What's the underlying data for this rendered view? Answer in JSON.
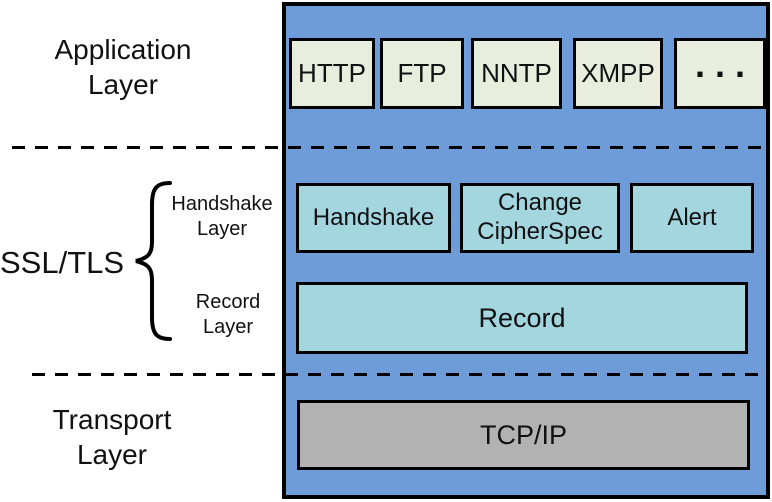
{
  "colors": {
    "background": "#ffffff",
    "panel_blue": "#6e9cd9",
    "application_box": "#e9edde",
    "tls_box": "#a4d6e0",
    "transport_box": "#b2b2b2",
    "outline": "#000000"
  },
  "left_labels": {
    "application": {
      "line1": "Application",
      "line2": "Layer"
    },
    "ssl_tls": "SSL/TLS",
    "handshake_layer": {
      "line1": "Handshake",
      "line2": "Layer"
    },
    "record_layer": {
      "line1": "Record",
      "line2": "Layer"
    },
    "transport": {
      "line1": "Transport",
      "line2": "Layer"
    }
  },
  "panel": {
    "application_boxes": [
      {
        "label": "HTTP"
      },
      {
        "label": "FTP"
      },
      {
        "label": "NNTP"
      },
      {
        "label": "XMPP"
      },
      {
        "label": "..."
      }
    ],
    "handshake_boxes": [
      {
        "label": "Handshake"
      },
      {
        "label": "Change CipherSpec"
      },
      {
        "label": "Alert"
      }
    ],
    "record_box": "Record",
    "transport_box": "TCP/IP"
  }
}
